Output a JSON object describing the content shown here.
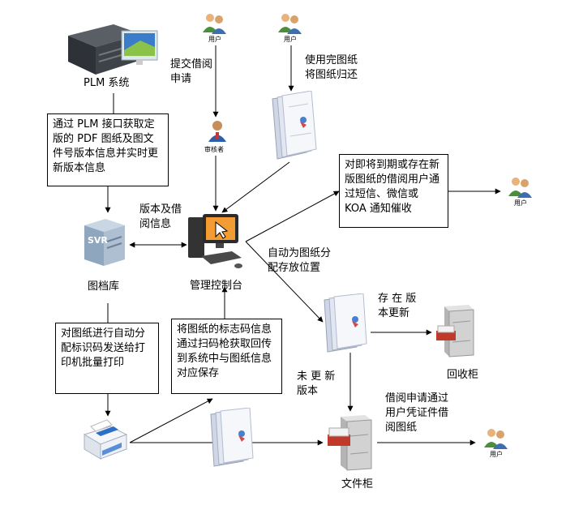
{
  "labels": {
    "plm_system": "PLM 系统",
    "archive": "图档库",
    "console": "管理控制台",
    "recycle_cabinet": "回收柜",
    "file_cabinet": "文件柜",
    "reviewer": "审核者",
    "user": "用户",
    "submit_request": "提交借阅\n申请",
    "return_drawings": "使用完图纸\n将图纸归还",
    "version_borrow_info": "版本及借\n阅信息",
    "auto_allocate": "自动为图纸分\n配存放位置",
    "new_version_exists": "存 在 版\n本更新",
    "no_update": "未 更 新\n版本",
    "borrow_by_credential": "借阅申请通过\n用户凭证件借\n阅图纸"
  },
  "boxes": {
    "plm_interface": "通过 PLM 接口获取定版的 PDF 图纸及图文件号版本信息并实时更新版本信息",
    "auto_code_print": "对图纸进行自动分配标识码发送给打印机批量打印",
    "scan_code": "将图纸的标志码信息通过扫码枪获取回传到系统中与图纸信息对应保存",
    "notify": "对即将到期或存在新版图纸的借阅用户通过短信、微信或 KOA 通知催收"
  }
}
